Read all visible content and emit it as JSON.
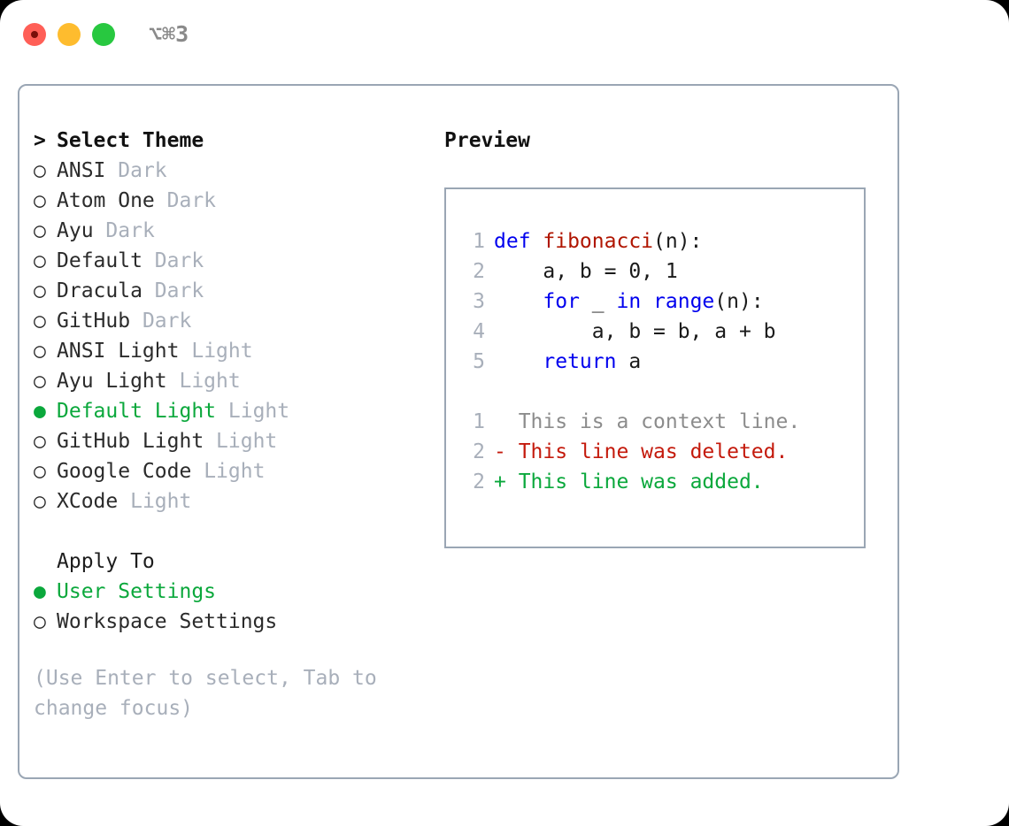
{
  "window": {
    "traffic_lights": [
      {
        "name": "close",
        "color": "#ff5f57"
      },
      {
        "name": "minimize",
        "color": "#febc2e"
      },
      {
        "name": "zoom",
        "color": "#28c840"
      }
    ],
    "shortcut": "⌥⌘3"
  },
  "theme_picker": {
    "header_prefix": ">",
    "header": "Select Theme",
    "bullet_selected": "●",
    "bullet_unselected": "○",
    "selected_color": "#0ba83c",
    "items": [
      {
        "name": "ANSI",
        "tag": "Dark",
        "selected": false
      },
      {
        "name": "Atom One",
        "tag": "Dark",
        "selected": false
      },
      {
        "name": "Ayu",
        "tag": "Dark",
        "selected": false
      },
      {
        "name": "Default",
        "tag": "Dark",
        "selected": false
      },
      {
        "name": "Dracula",
        "tag": "Dark",
        "selected": false
      },
      {
        "name": "GitHub",
        "tag": "Dark",
        "selected": false
      },
      {
        "name": "ANSI Light",
        "tag": "Light",
        "selected": false
      },
      {
        "name": "Ayu Light",
        "tag": "Light",
        "selected": false
      },
      {
        "name": "Default Light",
        "tag": "Light",
        "selected": true
      },
      {
        "name": "GitHub Light",
        "tag": "Light",
        "selected": false
      },
      {
        "name": "Google Code",
        "tag": "Light",
        "selected": false
      },
      {
        "name": "XCode",
        "tag": "Light",
        "selected": false
      }
    ]
  },
  "apply_to": {
    "label": "Apply To",
    "options": [
      {
        "name": "User Settings",
        "selected": true
      },
      {
        "name": "Workspace Settings",
        "selected": false
      }
    ]
  },
  "hint": "(Use Enter to select, Tab to change focus)",
  "preview": {
    "title": "Preview",
    "code_lines": [
      {
        "num": "1",
        "tokens": [
          {
            "text": "def ",
            "kind": "kw"
          },
          {
            "text": "fibonacci",
            "kind": "fn"
          },
          {
            "text": "(n):",
            "kind": "plain"
          }
        ]
      },
      {
        "num": "2",
        "tokens": [
          {
            "text": "    a, b = 0, 1",
            "kind": "plain"
          }
        ]
      },
      {
        "num": "3",
        "tokens": [
          {
            "text": "    ",
            "kind": "plain"
          },
          {
            "text": "for",
            "kind": "kw"
          },
          {
            "text": " _ ",
            "kind": "plain"
          },
          {
            "text": "in",
            "kind": "kw"
          },
          {
            "text": " ",
            "kind": "plain"
          },
          {
            "text": "range",
            "kind": "kw"
          },
          {
            "text": "(n):",
            "kind": "plain"
          }
        ]
      },
      {
        "num": "4",
        "tokens": [
          {
            "text": "        a, b = b, a + b",
            "kind": "plain"
          }
        ]
      },
      {
        "num": "5",
        "tokens": [
          {
            "text": "    ",
            "kind": "plain"
          },
          {
            "text": "return",
            "kind": "kw"
          },
          {
            "text": " a",
            "kind": "plain"
          }
        ]
      }
    ],
    "diff_lines": [
      {
        "num": "1",
        "marker": " ",
        "text": " This is a context line.",
        "kind": "ctx"
      },
      {
        "num": "2",
        "marker": "-",
        "text": " This line was deleted.",
        "kind": "del"
      },
      {
        "num": "2",
        "marker": "+",
        "text": " This line was added.",
        "kind": "add"
      }
    ]
  }
}
